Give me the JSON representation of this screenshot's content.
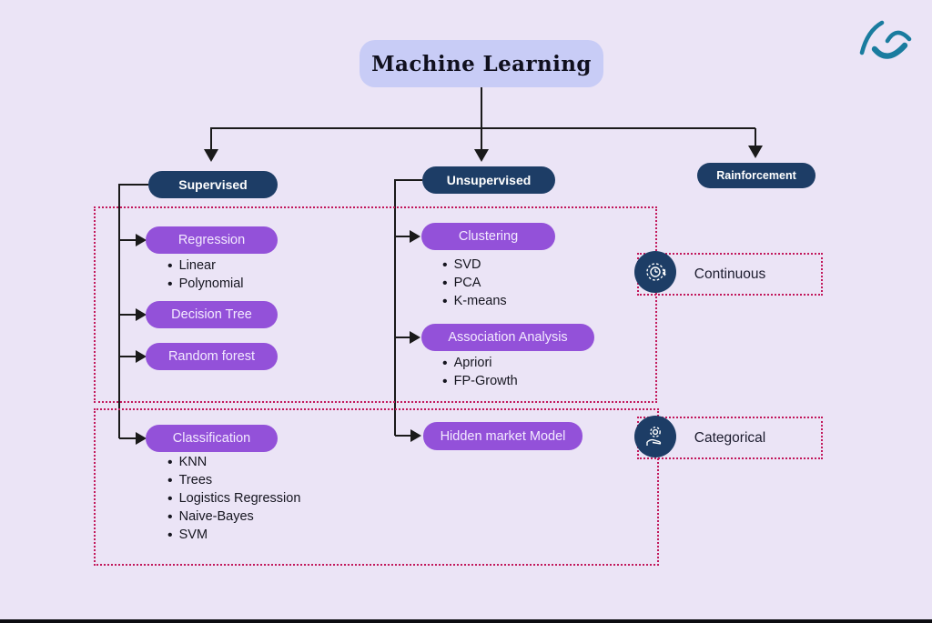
{
  "title": {
    "label": "Machine Learning"
  },
  "branches": {
    "supervised": {
      "label": "Supervised"
    },
    "unsupervised": {
      "label": "Unsupervised"
    },
    "rainforcement": {
      "label": "Rainforcement"
    }
  },
  "supervised": {
    "groups": [
      {
        "label": "Regression",
        "items": [
          "Linear",
          "Polynomial"
        ]
      },
      {
        "label": "Decision Tree",
        "items": []
      },
      {
        "label": "Random forest",
        "items": []
      },
      {
        "label": "Classification",
        "items": [
          "KNN",
          "Trees",
          "Logistics Regression",
          "Naive-Bayes",
          "SVM"
        ]
      }
    ]
  },
  "unsupervised": {
    "groups": [
      {
        "label": "Clustering",
        "items": [
          "SVD",
          "PCA",
          "K-means"
        ]
      },
      {
        "label": "Association Analysis",
        "items": [
          "Apriori",
          "FP-Growth"
        ]
      },
      {
        "label": "Hidden market Model",
        "items": []
      }
    ]
  },
  "annotations": {
    "continuous": {
      "label": "Continuous",
      "icon": "gear-process-icon"
    },
    "categorical": {
      "label": "Categorical",
      "icon": "hand-gear-icon"
    }
  },
  "colors": {
    "background": "#ebe4f6",
    "title_bg": "#c8ccf6",
    "navy_pill": "#1d3d66",
    "purple_pill": "#9351d9",
    "dotted_border": "#c2185b",
    "connector": "#1a1a1a",
    "logo_teal": "#1a7c9f"
  }
}
